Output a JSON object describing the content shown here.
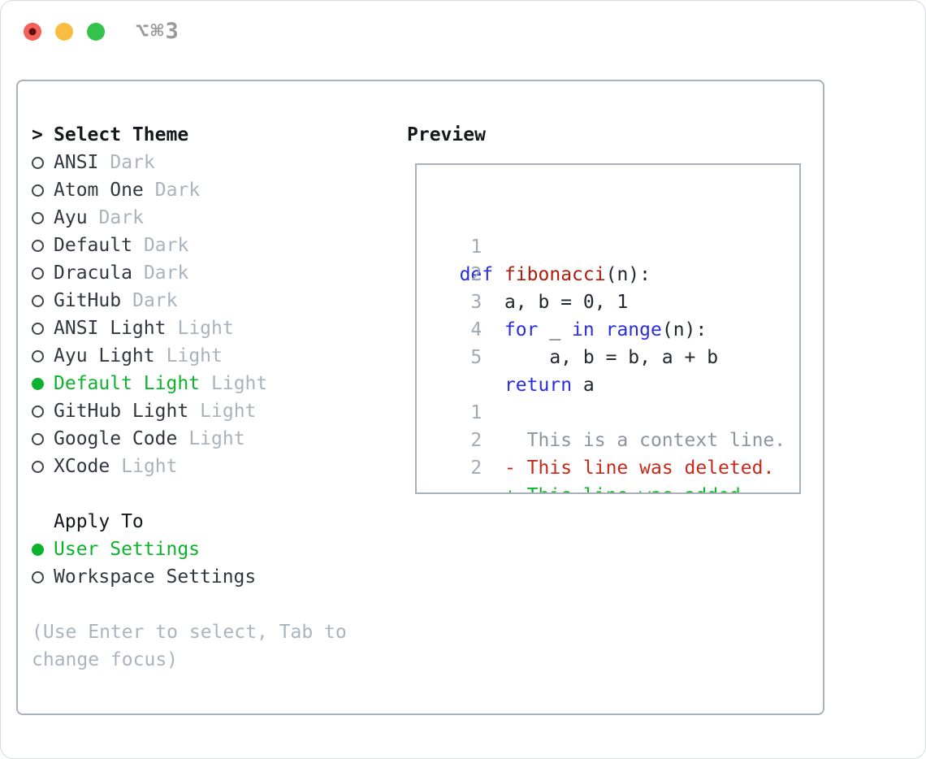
{
  "window": {
    "shortcut": "⌥⌘3"
  },
  "colors": {
    "accent_green": "#0db32c",
    "keyword_blue": "#2a2ce2",
    "function_red": "#ae1c0e",
    "diff_red": "#c9291a",
    "diff_green": "#0db723",
    "muted_gray": "#a9b3bd",
    "border_gray": "#a9b1bb",
    "traffic_red": "#f4605a",
    "traffic_yellow": "#f7bc40",
    "traffic_green": "#33c24b"
  },
  "theme_panel": {
    "header": {
      "prompt": ">",
      "label": "Select Theme"
    },
    "items": [
      {
        "name": "ANSI",
        "variant": "Dark",
        "selected": false
      },
      {
        "name": "Atom One",
        "variant": "Dark",
        "selected": false
      },
      {
        "name": "Ayu",
        "variant": "Dark",
        "selected": false
      },
      {
        "name": "Default",
        "variant": "Dark",
        "selected": false
      },
      {
        "name": "Dracula",
        "variant": "Dark",
        "selected": false
      },
      {
        "name": "GitHub",
        "variant": "Dark",
        "selected": false
      },
      {
        "name": "ANSI Light",
        "variant": "Light",
        "selected": false
      },
      {
        "name": "Ayu Light",
        "variant": "Light",
        "selected": false
      },
      {
        "name": "Default Light",
        "variant": "Light",
        "selected": true
      },
      {
        "name": "GitHub Light",
        "variant": "Light",
        "selected": false
      },
      {
        "name": "Google Code",
        "variant": "Light",
        "selected": false
      },
      {
        "name": "XCode",
        "variant": "Light",
        "selected": false
      }
    ],
    "apply_to": {
      "label": "Apply To",
      "options": [
        {
          "name": "User Settings",
          "selected": true
        },
        {
          "name": "Workspace Settings",
          "selected": false
        }
      ]
    },
    "hint_lines": [
      "(Use Enter to select, Tab to",
      "change focus)"
    ]
  },
  "preview": {
    "label": "Preview",
    "lines": [
      {
        "num": "",
        "tokens": []
      },
      {
        "num": "1",
        "tokens": [
          {
            "t": " ",
            "c": "code"
          },
          {
            "t": "def",
            "c": "kw"
          },
          {
            "t": " ",
            "c": "code"
          },
          {
            "t": "fibonacci",
            "c": "fn"
          },
          {
            "t": "(n):",
            "c": "code"
          }
        ]
      },
      {
        "num": "2",
        "tokens": [
          {
            "t": "     a, b = 0, 1",
            "c": "code"
          }
        ]
      },
      {
        "num": "3",
        "tokens": [
          {
            "t": "     ",
            "c": "code"
          },
          {
            "t": "for",
            "c": "kw"
          },
          {
            "t": " _ ",
            "c": "code"
          },
          {
            "t": "in",
            "c": "kw"
          },
          {
            "t": " ",
            "c": "code"
          },
          {
            "t": "range",
            "c": "kw"
          },
          {
            "t": "(n):",
            "c": "code"
          }
        ]
      },
      {
        "num": "4",
        "tokens": [
          {
            "t": "         a, b = b, a + b",
            "c": "code"
          }
        ]
      },
      {
        "num": "5",
        "tokens": [
          {
            "t": "     ",
            "c": "code"
          },
          {
            "t": "return",
            "c": "kw"
          },
          {
            "t": " a",
            "c": "code"
          }
        ]
      },
      {
        "num": "",
        "tokens": []
      },
      {
        "num": "1",
        "tokens": [
          {
            "t": "       This is a context line.",
            "c": "ctx"
          }
        ]
      },
      {
        "num": "2",
        "tokens": [
          {
            "t": "     ",
            "c": "code"
          },
          {
            "t": "- This line was deleted.",
            "c": "del"
          }
        ]
      },
      {
        "num": "2",
        "tokens": [
          {
            "t": "     ",
            "c": "code"
          },
          {
            "t": "+ This line was added.",
            "c": "add"
          }
        ]
      }
    ]
  }
}
